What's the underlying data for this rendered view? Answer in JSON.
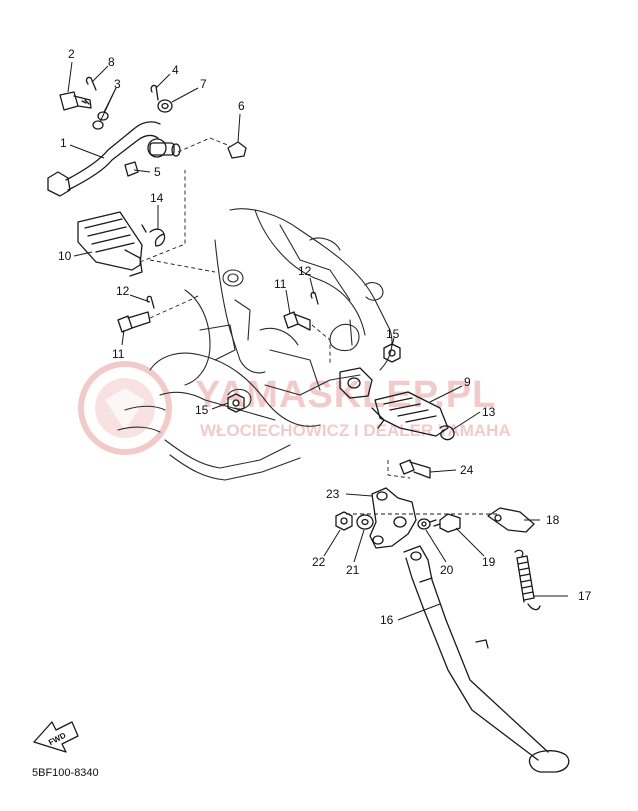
{
  "watermark": {
    "title": "YAMASKLEP.PL",
    "subtitle": "WŁOCIECHOWICZ I DEALER YAMAHA",
    "color": "#e8a0a0"
  },
  "fwd_arrow": {
    "label": "FWD"
  },
  "diagram_code": "5BF100-8340",
  "callouts": {
    "c1": "1",
    "c2": "2",
    "c3": "3",
    "c4": "4",
    "c5": "5",
    "c6": "6",
    "c7": "7",
    "c8": "8",
    "c9": "9",
    "c10": "10",
    "c11a": "11",
    "c11b": "11",
    "c12a": "12",
    "c12b": "12",
    "c13": "13",
    "c14": "14",
    "c15a": "15",
    "c15b": "15",
    "c16": "16",
    "c17": "17",
    "c18": "18",
    "c19": "19",
    "c20": "20",
    "c21": "21",
    "c22": "22",
    "c23": "23",
    "c24": "24"
  }
}
